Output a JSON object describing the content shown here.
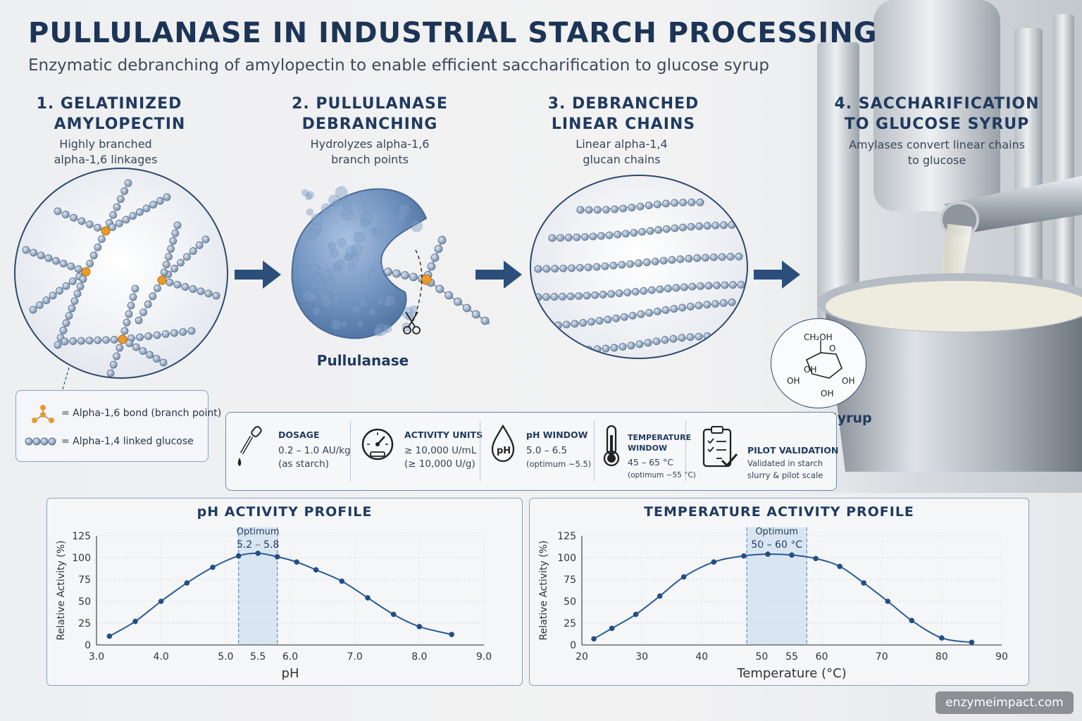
{
  "title": "PULLULANASE IN INDUSTRIAL STARCH PROCESSING",
  "subtitle": "Enzymatic debranching of amylopectin to enable efficient saccharification to glucose syrup",
  "steps": [
    {
      "heading_1": "1. GELATINIZED",
      "heading_2": "AMYLOPECTIN",
      "desc_1": "Highly branched",
      "desc_2": "alpha-1,6 linkages"
    },
    {
      "heading_1": "2. PULLULANASE",
      "heading_2": "DEBRANCHING",
      "desc_1": "Hydrolyzes alpha-1,6",
      "desc_2": "branch points"
    },
    {
      "heading_1": "3. DEBRANCHED",
      "heading_2": "LINEAR CHAINS",
      "desc_1": "Linear alpha-1,4",
      "desc_2": "glucan chains"
    },
    {
      "heading_1": "4. SACCHARIFICATION",
      "heading_2": "TO GLUCOSE SYRUP",
      "desc_1": "Amylases convert linear chains",
      "desc_2": "to glucose"
    }
  ],
  "enzyme_label": "Pullulanase",
  "glucose": {
    "label": "Glucose Syrup",
    "ch2oh": "CH₂OH",
    "ring_o": "O",
    "oh_inner": "OH",
    "oh_left": "OH",
    "oh_right": "OH",
    "oh_bottom": "OH"
  },
  "legend": {
    "branch": "= Alpha-1,6 bond (branch point)",
    "linear": "= Alpha-1,4 linked glucose"
  },
  "params": {
    "dosage": {
      "label": "DOSAGE",
      "line1": "0.2 – 1.0 AU/kg",
      "line2": "(as starch)",
      "icon": "dropper-icon"
    },
    "activity": {
      "label": "ACTIVITY UNITS",
      "line1": "≥ 10,000 U/mL",
      "line2": "(≥ 10,000 U/g)",
      "icon": "gauge-icon"
    },
    "ph": {
      "label": "pH WINDOW",
      "line1": "5.0 – 6.5",
      "line2": "(optimum ~5.5)",
      "icon": "ph-drop-icon",
      "icon_text": "pH"
    },
    "temperature": {
      "label_1": "TEMPERATURE",
      "label_2": "WINDOW",
      "line1": "45 – 65 °C",
      "line2": "(optimum ~55 °C)",
      "icon": "thermometer-icon"
    },
    "pilot": {
      "label": "PILOT VALIDATION",
      "line1": "Validated in starch",
      "line2": "slurry & pilot scale",
      "icon": "checklist-icon"
    }
  },
  "colors": {
    "navy": "#1f3a5f",
    "line": "#2b5b94",
    "point": "#234f86",
    "band": "#cfe0ef",
    "branch": "#e89a2c",
    "bead": "#6f89a8"
  },
  "chart_data": [
    {
      "type": "line",
      "title": "pH  ACTIVITY PROFILE",
      "xlabel": "pH",
      "ylabel": "Relative Activity (%)",
      "xlim": [
        3.0,
        9.0
      ],
      "ylim": [
        0,
        125
      ],
      "xticks": [
        "3.0",
        "4.0",
        "5.0",
        "5.5",
        "6.0",
        "7.0",
        "8.0",
        "9.0"
      ],
      "yticks": [
        0,
        25,
        50,
        75,
        100,
        125
      ],
      "band": {
        "from": 5.2,
        "to": 5.8,
        "label_1": "Optimum",
        "label_2": "5.2 – 5.8"
      },
      "series": [
        {
          "x": [
            3.2,
            3.6,
            4.0,
            4.4,
            4.8,
            5.2,
            5.5,
            5.8,
            6.1,
            6.4,
            6.8,
            7.2,
            7.6,
            8.0,
            8.5
          ],
          "y": [
            10,
            27,
            50,
            71,
            89,
            102,
            105,
            101,
            95,
            86,
            73,
            54,
            35,
            21,
            12
          ]
        }
      ]
    },
    {
      "type": "line",
      "title": "TEMPERATURE  ACTIVITY PROFILE",
      "xlabel": "Temperature (°C)",
      "ylabel": "Relative Activity (%)",
      "xlim": [
        20,
        90
      ],
      "ylim": [
        0,
        125
      ],
      "xticks": [
        "20",
        "30",
        "40",
        "50",
        "55",
        "60",
        "70",
        "80",
        "90"
      ],
      "yticks": [
        0,
        25,
        50,
        75,
        100,
        125
      ],
      "band": {
        "from": 47.5,
        "to": 57.5,
        "label_1": "Optimum",
        "label_2": "50 – 60 °C"
      },
      "series": [
        {
          "x": [
            22,
            25,
            29,
            33,
            37,
            42,
            47,
            51,
            55,
            59,
            63,
            67,
            71,
            75,
            80,
            85
          ],
          "y": [
            7,
            19,
            35,
            56,
            78,
            95,
            102,
            104,
            103,
            99,
            90,
            71,
            50,
            28,
            8,
            3
          ]
        }
      ]
    }
  ],
  "watermark": "enzymeimpact.com"
}
